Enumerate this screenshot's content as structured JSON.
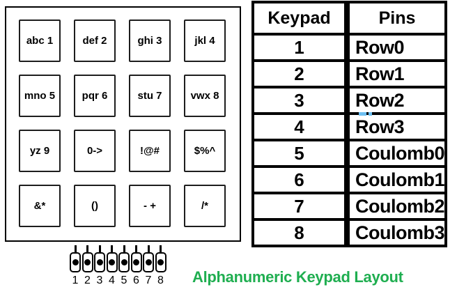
{
  "title": "Alphanumeric Keypad Layout",
  "colors": {
    "title_green": "#1fae50",
    "line_black": "#000000"
  },
  "keypad": {
    "keys": [
      "abc 1",
      "def 2",
      "ghi 3",
      "jkl 4",
      "mno 5",
      "pqr 6",
      "stu 7",
      "vwx 8",
      "yz 9",
      "0->",
      "!@#",
      "$%^",
      "&*",
      "()",
      "- +",
      "/*"
    ]
  },
  "connector": {
    "pin_numbers": [
      "1",
      "2",
      "3",
      "4",
      "5",
      "6",
      "7",
      "8"
    ]
  },
  "table": {
    "headers": [
      "Keypad",
      "Pins"
    ],
    "rows": [
      {
        "keypad": "1",
        "pin": "Row0"
      },
      {
        "keypad": "2",
        "pin": "Row1"
      },
      {
        "keypad": "3",
        "pin": "Row2"
      },
      {
        "keypad": "4",
        "pin": "Row3"
      },
      {
        "keypad": "5",
        "pin": "Coulomb0"
      },
      {
        "keypad": "6",
        "pin": "Coulomb1"
      },
      {
        "keypad": "7",
        "pin": "Coulomb2"
      },
      {
        "keypad": "8",
        "pin": "Coulomb3"
      }
    ]
  }
}
